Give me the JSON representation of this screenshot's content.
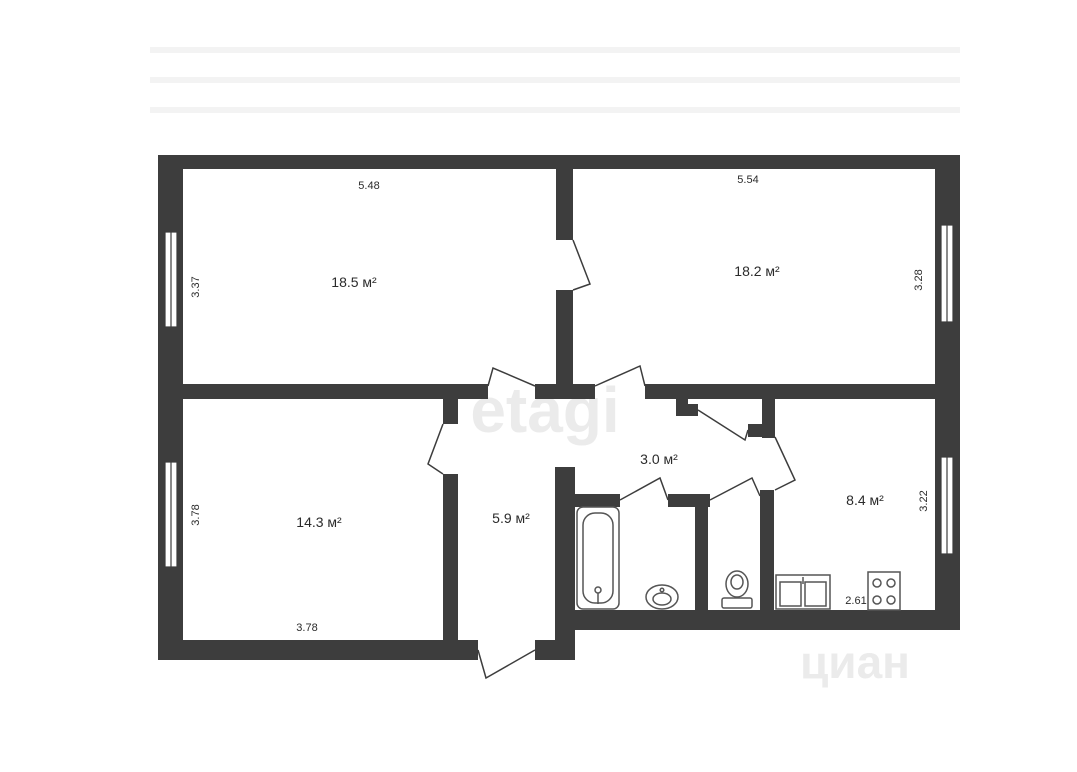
{
  "rooms": {
    "living_1": {
      "area": "18.5 м²",
      "width": "5.48",
      "height": "3.37"
    },
    "living_2": {
      "area": "18.2 м²",
      "width": "5.54",
      "height": "3.28"
    },
    "living_3": {
      "area": "14.3 м²",
      "width": "3.78",
      "height": "3.78"
    },
    "hall": {
      "area": "5.9 м²"
    },
    "corridor": {
      "area": "3.0 м²"
    },
    "kitchen": {
      "area": "8.4 м²",
      "width": "2.61",
      "height": "3.22"
    }
  },
  "watermarks": {
    "center": "etagi",
    "corner": "циан"
  },
  "colors": {
    "wall": "#3d3d3d",
    "window": "#ffffff",
    "fixture": "#555555",
    "background": "#ffffff"
  },
  "fixtures": [
    "bathtub-icon",
    "sink-icon",
    "toilet-icon",
    "kitchen-sink-icon",
    "stove-icon"
  ]
}
